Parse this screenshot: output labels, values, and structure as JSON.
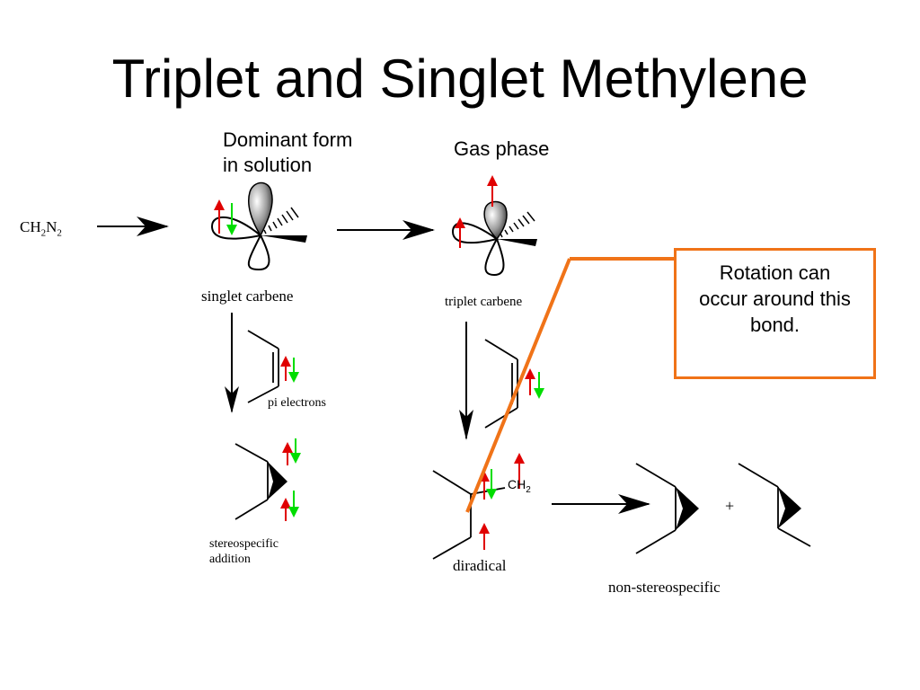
{
  "title": "Triplet and Singlet Methylene",
  "reactant": {
    "base": "CH",
    "sub1": "2",
    "mid": "N",
    "sub2": "2"
  },
  "labels": {
    "dominant_line1": "Dominant form",
    "dominant_line2": "in solution",
    "gas_phase": "Gas phase",
    "singlet_carbene": "singlet carbene",
    "triplet_carbene": "triplet carbene",
    "pi_electrons": "pi electrons",
    "stereo_line1": "stereospecific",
    "stereo_line2": "addition",
    "diradical": "diradical",
    "ch2_base": "CH",
    "ch2_sub": "2",
    "plus": "+",
    "non_stereospecific": "non-stereospecific"
  },
  "callout": {
    "line1": "Rotation can",
    "line2": "occur around this",
    "line3": "bond."
  },
  "colors": {
    "spin_up": "#e00000",
    "spin_down": "#00dd00",
    "callout_border": "#f07318"
  }
}
